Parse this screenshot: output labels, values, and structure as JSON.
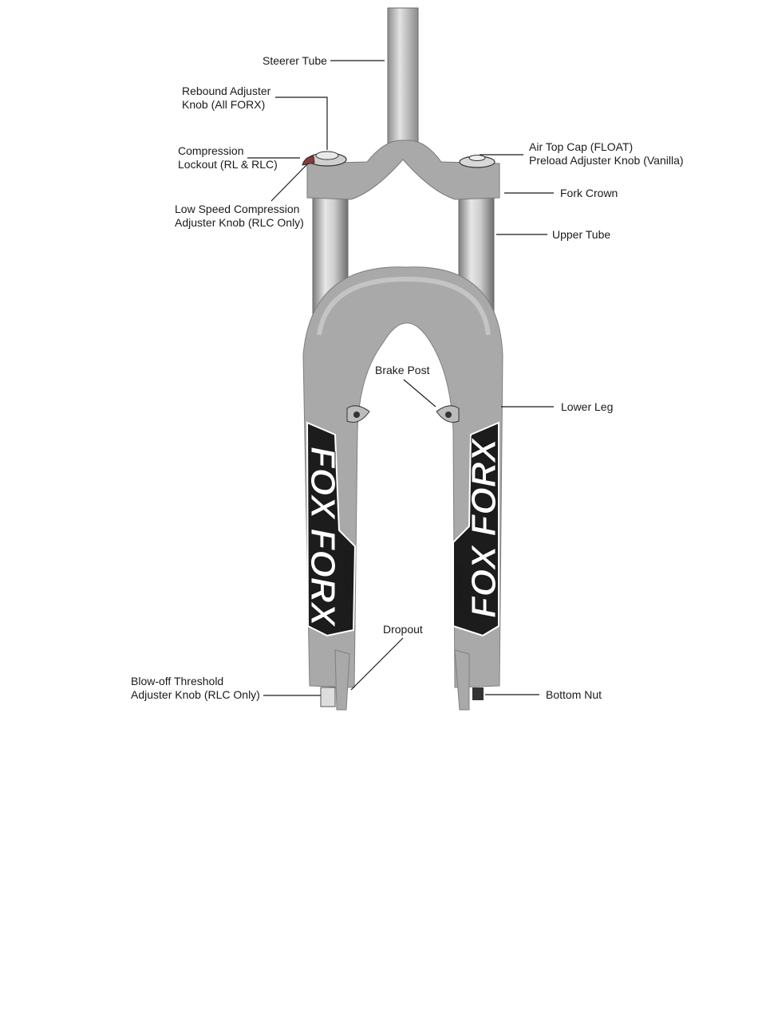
{
  "labels": {
    "steerer_tube": "Steerer Tube",
    "rebound_line1": "Rebound Adjuster",
    "rebound_line2": "Knob (All FORX)",
    "compression_line1": "Compression",
    "compression_line2": "Lockout (RL & RLC)",
    "low_speed_line1": "Low Speed Compression",
    "low_speed_line2": "Adjuster Knob (RLC Only)",
    "air_top_line1": "Air Top Cap (FLOAT)",
    "air_top_line2": "Preload Adjuster Knob (Vanilla)",
    "fork_crown": "Fork Crown",
    "upper_tube": "Upper Tube",
    "brake_post": "Brake Post",
    "lower_leg": "Lower Leg",
    "dropout": "Dropout",
    "blowoff_line1": "Blow-off Threshold",
    "blowoff_line2": "Adjuster Knob (RLC Only)",
    "bottom_nut": "Bottom Nut"
  },
  "branding": {
    "large": "FOX FORX",
    "small": "FOX FORX"
  },
  "colors": {
    "metal_light": "#d4d4d4",
    "metal_dark": "#8a8a8a",
    "lower_gray": "#a9a9a9",
    "decal_black": "#1c1c1c",
    "knob_red": "#8b3a3a"
  }
}
